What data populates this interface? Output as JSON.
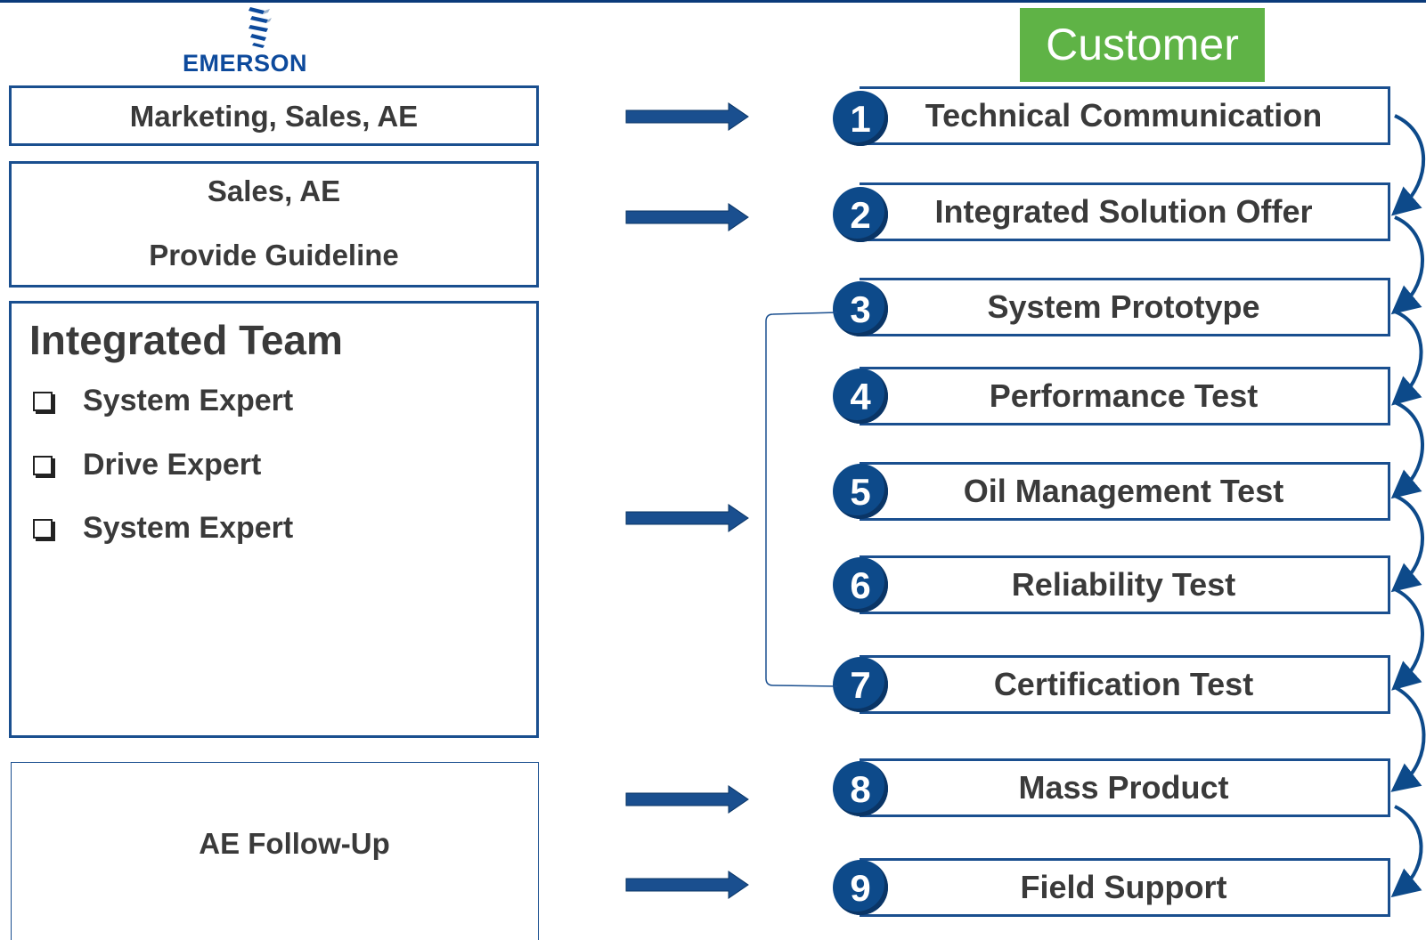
{
  "logo": {
    "text": "EMERSON"
  },
  "left": {
    "box1": "Marketing, Sales, AE",
    "box2_line1": "Sales, AE",
    "box2_line2": "Provide Guideline",
    "team_title": "Integrated Team",
    "team_items": [
      "System Expert",
      "Drive Expert",
      "System Expert"
    ],
    "box4": "AE Follow-Up"
  },
  "customer_label": "Customer",
  "steps": [
    {
      "num": "1",
      "label": "Technical Communication"
    },
    {
      "num": "2",
      "label": "Integrated Solution Offer"
    },
    {
      "num": "3",
      "label": "System Prototype"
    },
    {
      "num": "4",
      "label": "Performance Test"
    },
    {
      "num": "5",
      "label": "Oil Management Test"
    },
    {
      "num": "6",
      "label": "Reliability Test"
    },
    {
      "num": "7",
      "label": "Certification Test"
    },
    {
      "num": "8",
      "label": "Mass Product"
    },
    {
      "num": "9",
      "label": "Field Support"
    }
  ],
  "colors": {
    "navy": "#1a4f8f",
    "circle": "#0d4a8a",
    "customer_green": "#5fb346",
    "text": "#3a3a3a"
  }
}
